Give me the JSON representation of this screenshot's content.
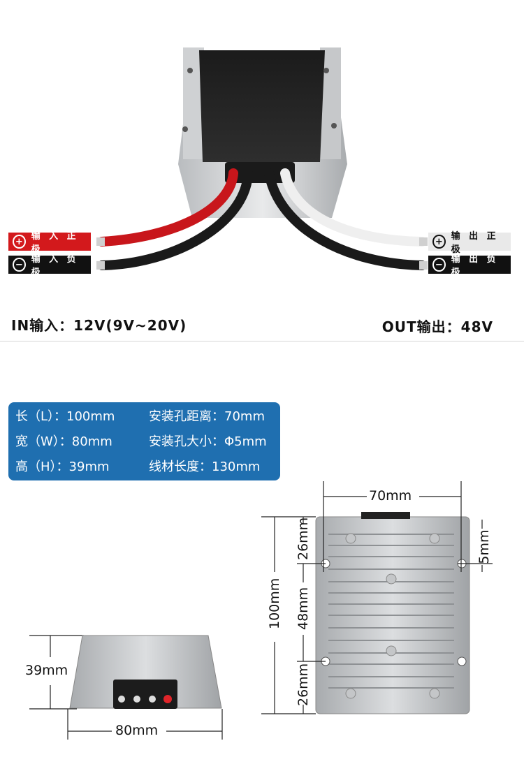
{
  "top_panel": {
    "input_positive_label": "输 入 正 极",
    "input_negative_label": "输 入 负 极",
    "output_positive_label": "输 出 正 极",
    "output_negative_label": "输 出 负 极",
    "plus_symbol": "+",
    "minus_symbol": "−",
    "input_spec": "IN输入：12V(9V~20V)",
    "output_spec": "OUT输出：48V"
  },
  "spec_box": {
    "length": "长（L）：100mm",
    "width": "宽（W）：80mm",
    "height": "高（H）：39mm",
    "hole_distance": "安装孔距离：70mm",
    "hole_size": "安装孔大小：Φ5mm",
    "cable_length": "线材长度：130mm"
  },
  "dimensions": {
    "top_width": "70mm",
    "upper_hole": "26mm",
    "mid_hole": "48mm",
    "lower_hole": "26mm",
    "total_length": "100mm",
    "hole_dia": "5mm",
    "front_height": "39mm",
    "front_width": "80mm"
  },
  "colors": {
    "red_wire": "#c8161b",
    "black_wire": "#1a1a1a",
    "white_wire": "#efefef",
    "spec_box_bg": "#1f6fb0"
  }
}
